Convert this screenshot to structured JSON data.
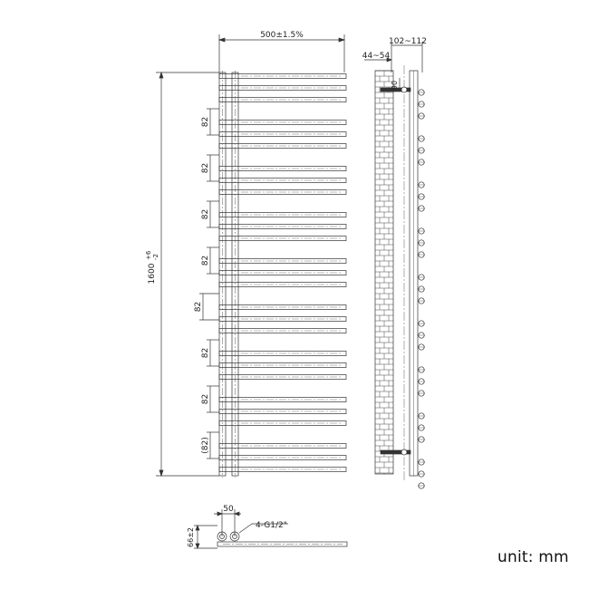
{
  "front_view": {
    "width_label": "500±1.5%",
    "height_label": "1600",
    "height_tolerance_upper": "+6",
    "height_tolerance_lower": "-2",
    "group_spacing_labels": [
      "82",
      "82",
      "82",
      "82",
      "82",
      "82",
      "82",
      "(82)"
    ]
  },
  "side_view": {
    "depth_label": "102~112",
    "wall_offset_label": "44~54",
    "bracket_label": "90"
  },
  "bottom_view": {
    "pipe_spacing_label": "50",
    "height_label": "66±2",
    "connection_label": "4-G1/2\""
  },
  "unit_label": "unit: mm"
}
